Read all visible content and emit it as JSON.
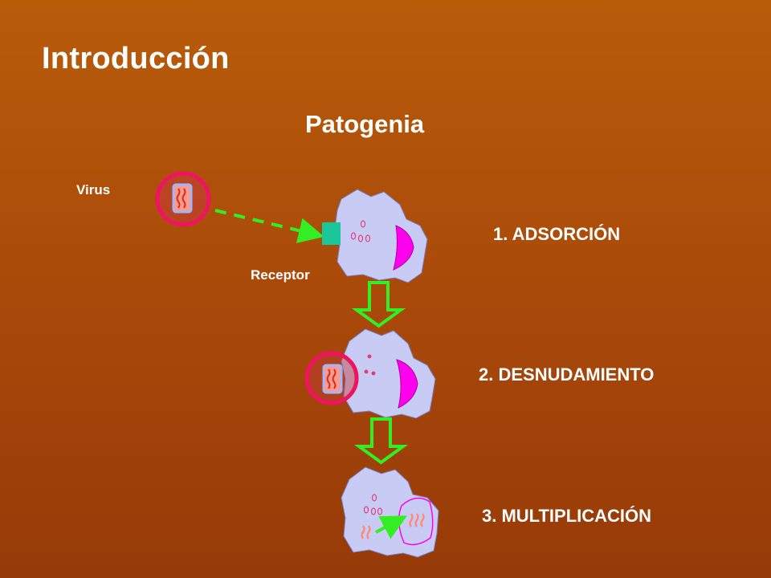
{
  "slide": {
    "title": "Introducción",
    "subtitle": "Patogenia"
  },
  "labels": {
    "virus": "Virus",
    "receptor": "Receptor"
  },
  "steps": [
    {
      "label": "1. ADSORCIÓN"
    },
    {
      "label": "2. DESNUDAMIENTO"
    },
    {
      "label": "3. MULTIPLICACIÓN"
    }
  ],
  "colors": {
    "background": "#b35a0c",
    "cell": "#c8ccf5",
    "nucleus": "#ff00ee",
    "capsid_ring": "#e8145a",
    "receptor": "#1bc79a",
    "arrow": "#33ee22",
    "rna": "#ff8a7a"
  }
}
